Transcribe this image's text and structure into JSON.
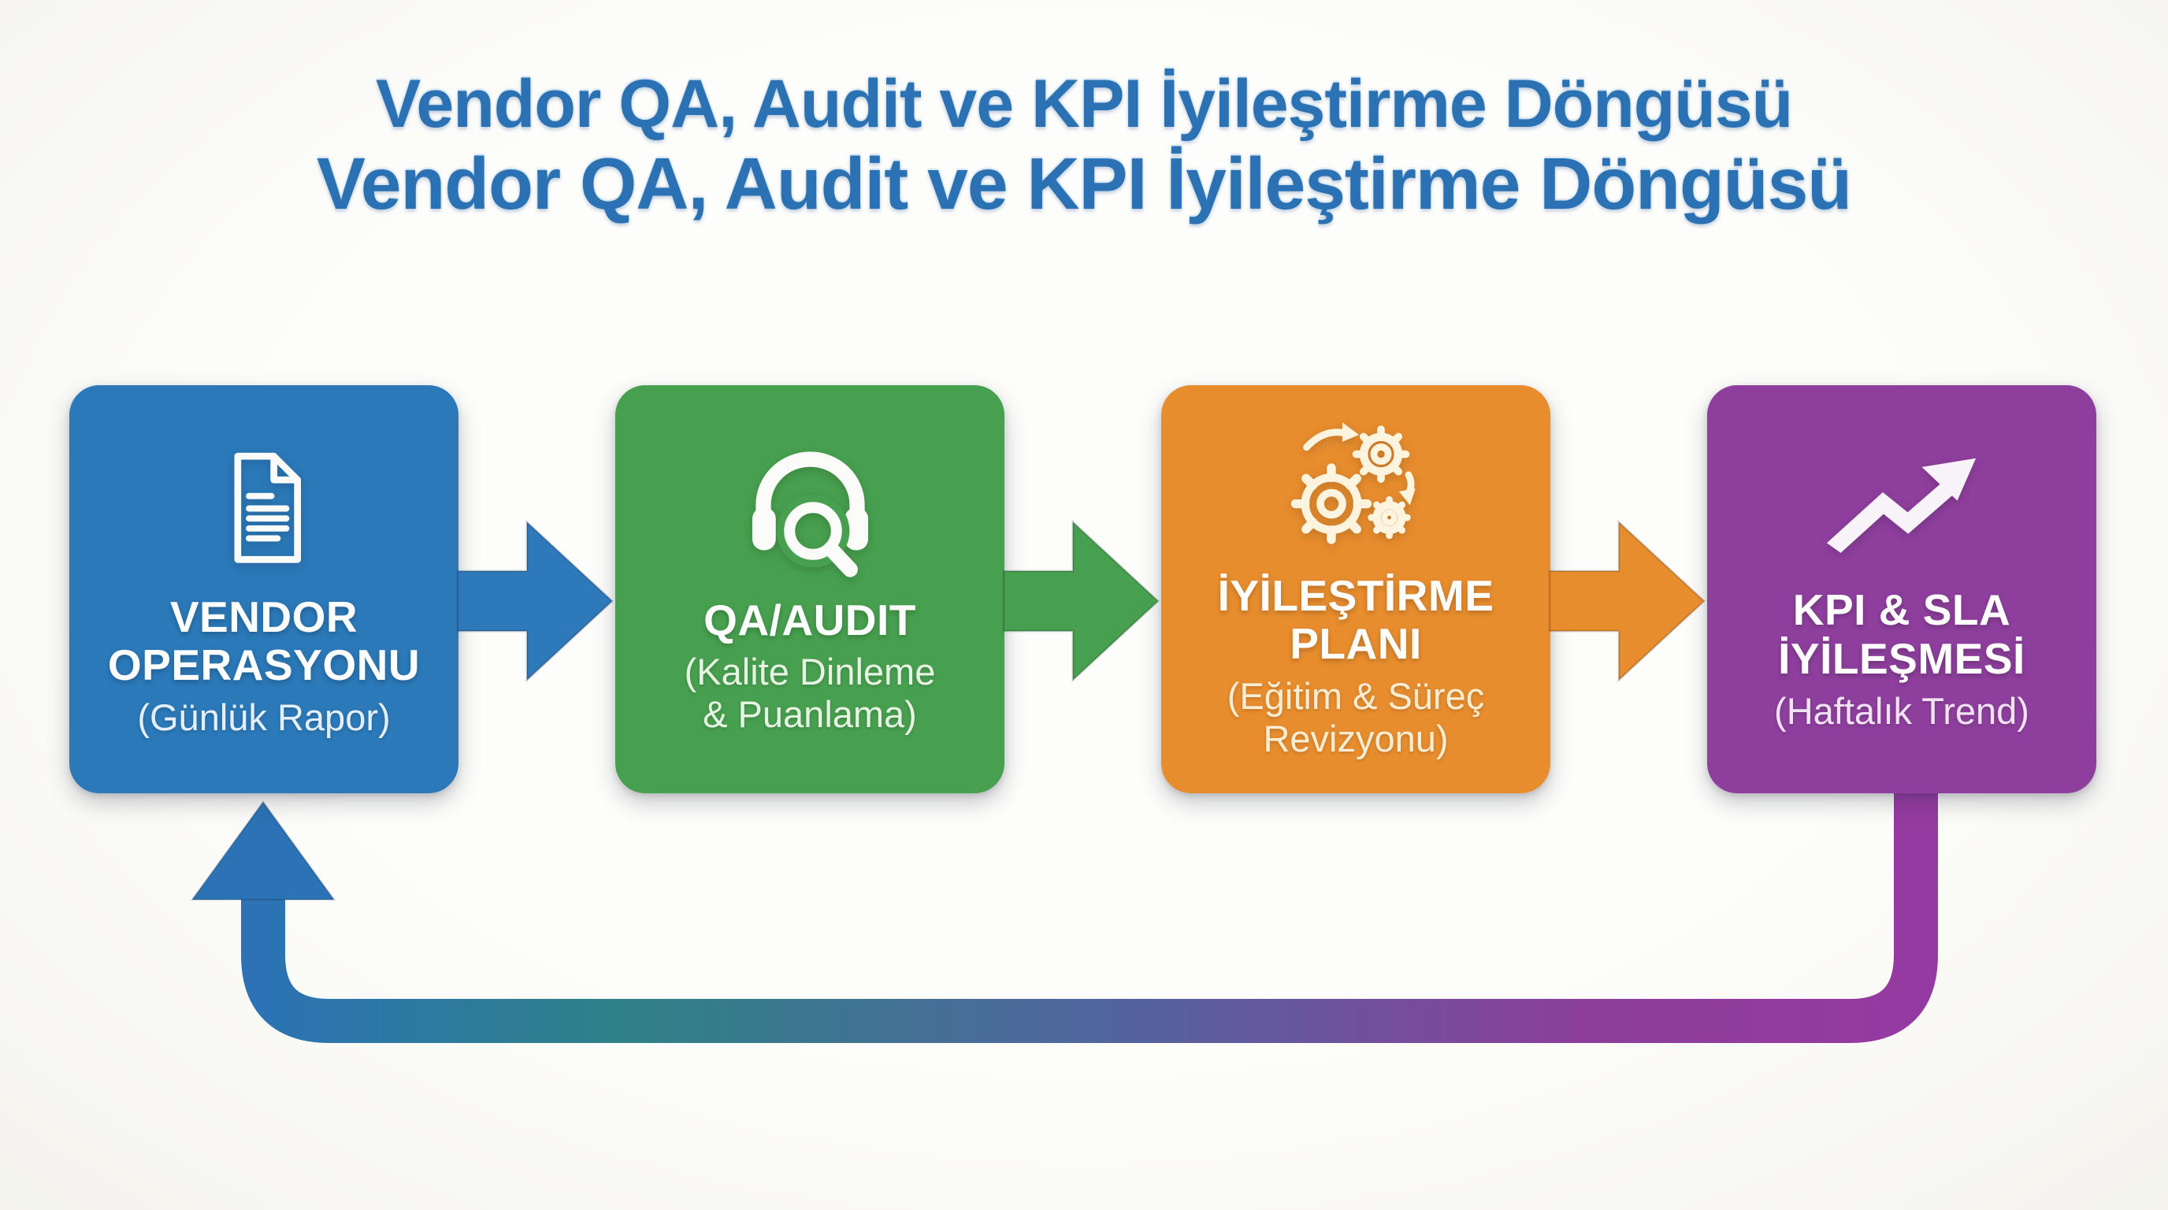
{
  "title": {
    "line1": "Vendor QA, Audit ve KPI İyileştirme Döngüsü",
    "line2": "Vendor QA, Audit ve KPI İyileştirme Döngüsü"
  },
  "steps": [
    {
      "name": "vendor-operasyonu",
      "icon": "document-icon",
      "color": "#2b79b9",
      "heading_lines": [
        "VENDOR",
        "OPERASYONU"
      ],
      "sub_lines": [
        "(Günlük Rapor)"
      ]
    },
    {
      "name": "qa-audit",
      "icon": "headset-magnifier-icon",
      "color": "#47a04f",
      "heading_lines": [
        "QA/AUDIT"
      ],
      "sub_lines": [
        "(Kalite Dinleme",
        "& Puanlama)"
      ]
    },
    {
      "name": "iyilestirme-plani",
      "icon": "gears-icon",
      "color": "#e88d2e",
      "heading_lines": [
        "İYİLEŞTİRME",
        "PLANI"
      ],
      "sub_lines": [
        "(Eğitim & Süreç",
        "Revizyonu)"
      ]
    },
    {
      "name": "kpi-sla-iyilesmesi",
      "icon": "trend-up-icon",
      "color": "#8e3f9d",
      "heading_lines": [
        "KPI & SLA",
        "İYİLEŞMESİ"
      ],
      "sub_lines": [
        "(Haftalık Trend)"
      ]
    }
  ],
  "connectors": {
    "forward": [
      {
        "color": "#2d79ba"
      },
      {
        "color": "#47a04f"
      },
      {
        "color": "#e88d2e"
      }
    ],
    "loop": {
      "gradient": [
        "#2b73b4",
        "#2f8187",
        "#52649f",
        "#8c3e9b",
        "#953aa0"
      ],
      "arrowhead_color": "#2b73b4"
    }
  }
}
